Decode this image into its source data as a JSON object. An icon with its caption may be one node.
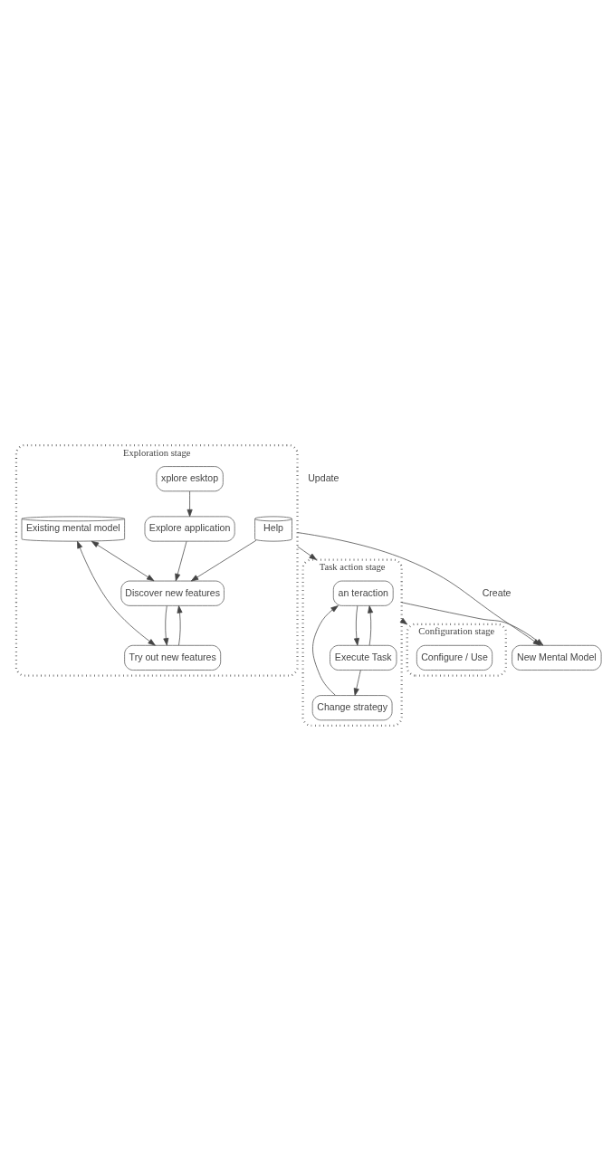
{
  "diagram": {
    "nodes": [
      {
        "text": [
          "Exploration stage"
        ]
      },
      {
        "text": [
          "Help"
        ],
        "in": 0
      },
      {
        "text": [
          "Existing mental model"
        ],
        "in": 0
      },
      {
        "text": [
          "xplore esktop"
        ],
        "in": 0
      },
      {
        "text": [
          "Explore application"
        ],
        "in": 0
      },
      {
        "text": [
          "Discover new features"
        ],
        "in": 0
      },
      {
        "text": [
          "Try out new features"
        ],
        "in": 0
      },
      {
        "text": [
          "New Mental Model"
        ]
      },
      {
        "text": [
          "Task action stage"
        ]
      },
      {
        "text": [
          "an teraction"
        ],
        "in": 8
      },
      {
        "text": [
          "Execute Task"
        ],
        "in": 8
      },
      {
        "text": [
          "Change strategy"
        ],
        "in": 8
      },
      {
        "text": [
          "Configuration stage"
        ]
      },
      {
        "text": [
          "Configure / Use"
        ],
        "in": 12
      }
    ],
    "edges": [
      {
        "from": 1,
        "to": 5,
        "arrow": "to"
      },
      {
        "from": 2,
        "to": 5,
        "arrow": "both"
      },
      {
        "from": 2,
        "to": 6,
        "arrow": "both"
      },
      {
        "from": 3,
        "to": 4,
        "arrow": "to"
      },
      {
        "from": 4,
        "to": 5,
        "arrow": "to"
      },
      {
        "from": 5,
        "to": 6,
        "arrow": "to"
      },
      {
        "from": 6,
        "to": 5,
        "arrow": "to"
      },
      {
        "from": 0,
        "to": 8,
        "arrow": "to"
      },
      {
        "from": 0,
        "to": 7,
        "arrow": "to",
        "label": "Create"
      },
      {
        "from": 8,
        "to": 7,
        "arrow": "to"
      },
      {
        "from": 8,
        "to": 12,
        "arrow": "to"
      },
      {
        "from": 9,
        "to": 10,
        "arrow": "to"
      },
      {
        "from": 10,
        "to": 9,
        "arrow": "to"
      },
      {
        "from": 10,
        "to": 11,
        "arrow": "to"
      },
      {
        "from": 11,
        "to": 9,
        "arrow": "to"
      }
    ],
    "labels": [
      "Update"
    ]
  }
}
